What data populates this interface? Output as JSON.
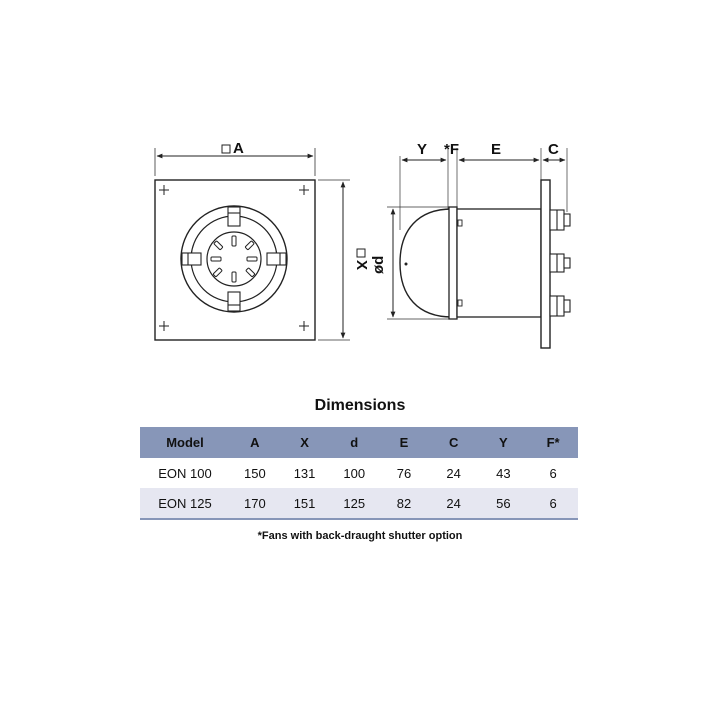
{
  "drawing": {
    "front_view": {
      "width_label": "A",
      "height_label": "X"
    },
    "side_view": {
      "diameter_label": "ød",
      "depth_labels": [
        "Y",
        "*F",
        "E",
        "C"
      ]
    }
  },
  "table": {
    "title": "Dimensions",
    "headers": [
      "Model",
      "A",
      "X",
      "d",
      "E",
      "C",
      "Y",
      "F*"
    ],
    "rows": [
      [
        "EON 100",
        "150",
        "131",
        "100",
        "76",
        "24",
        "43",
        "6"
      ],
      [
        "EON 125",
        "170",
        "151",
        "125",
        "82",
        "24",
        "56",
        "6"
      ]
    ],
    "header_color": "#8796b8",
    "stripe_color": "#e6e7f1"
  },
  "footnote": "*Fans with back-draught shutter option"
}
